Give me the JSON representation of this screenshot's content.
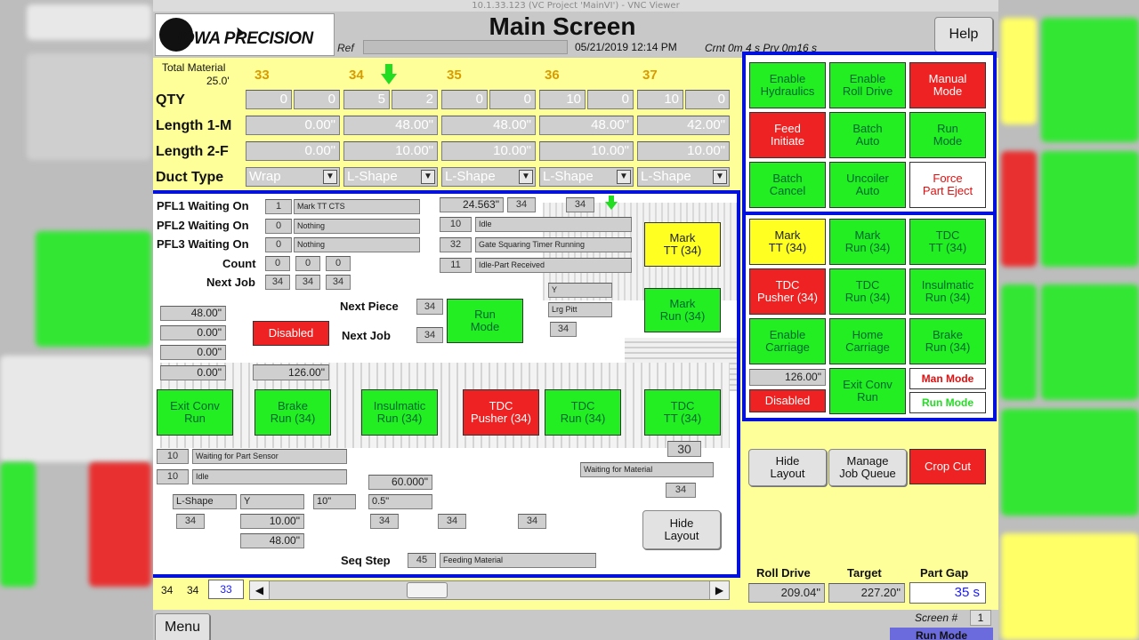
{
  "window": {
    "title": "10.1.33.123 (VC Project 'MainVI') - VNC Viewer"
  },
  "header": {
    "logo_text": "IOWA PRECISION",
    "screen_title": "Main Screen",
    "ref_label": "Ref",
    "datetime": "05/21/2019 12:14 PM",
    "crnt_text": "Crnt  0m  4 s  Prv  0m16 s",
    "help_label": "Help"
  },
  "job_table": {
    "total_material_label": "Total Material",
    "total_material_value": "25.0'",
    "columns": [
      "33",
      "34",
      "35",
      "36",
      "37"
    ],
    "rows": {
      "qty": {
        "label": "QTY",
        "values": [
          "0",
          "0",
          "5",
          "2",
          "0",
          "0",
          "10",
          "0",
          "10",
          "0"
        ]
      },
      "length1": {
        "label": "Length 1-M",
        "values": [
          "0.00\"",
          "48.00\"",
          "48.00\"",
          "48.00\"",
          "42.00\""
        ]
      },
      "length2": {
        "label": "Length 2-F",
        "values": [
          "0.00\"",
          "10.00\"",
          "10.00\"",
          "10.00\"",
          "10.00\""
        ]
      },
      "duct": {
        "label": "Duct Type",
        "values": [
          "Wrap",
          "L-Shape",
          "L-Shape",
          "L-Shape",
          "L-Shape"
        ]
      }
    }
  },
  "status": {
    "pfl1_label": "PFL1 Waiting On",
    "pfl1_num": "1",
    "pfl1_text": "Mark TT CTS",
    "pfl2_label": "PFL2 Waiting On",
    "pfl2_num": "0",
    "pfl2_text": "Nothing",
    "pfl3_label": "PFL3 Waiting On",
    "pfl3_num": "0",
    "pfl3_text": "Nothing",
    "count_label": "Count",
    "count_values": [
      "0",
      "0",
      "0"
    ],
    "next_job_label": "Next Job",
    "next_job_values": [
      "34",
      "34",
      "34"
    ],
    "right_top_value": "24.563\"",
    "right_top_num1": "34",
    "right_top_num2": "34",
    "msg_rows": [
      {
        "num": "10",
        "text": "Idle"
      },
      {
        "num": "32",
        "text": "Gate Squaring Timer Running"
      },
      {
        "num": "11",
        "text": "Idle-Part Received"
      }
    ]
  },
  "layout": {
    "left_values": [
      "48.00\"",
      "0.00\"",
      "0.00\"",
      "0.00\""
    ],
    "disabled_label": "Disabled",
    "value_126": "126.00\"",
    "next_piece_label": "Next Piece",
    "next_piece_value": "34",
    "next_job_label": "Next Job",
    "next_job_value": "34",
    "run_mode_btn": "Run\nMode",
    "y_field": "Y",
    "lrg_pitt_field": "Lrg Pitt",
    "num_34a": "34",
    "mark_tt_btn": "Mark\nTT (34)",
    "mark_run_btn": "Mark\nRun (34)",
    "row_buttons": [
      "Exit Conv\nRun",
      "Brake\nRun (34)",
      "Insulmatic\nRun (34)",
      "TDC\nPusher (34)",
      "TDC\nRun (34)",
      "TDC\nTT (34)"
    ],
    "num_30": "30",
    "waiting_material": "Waiting for Material",
    "num_34b": "34",
    "bottom_rows": [
      {
        "num": "10",
        "text": "Waiting for Part Sensor"
      },
      {
        "num": "10",
        "text": "Idle"
      }
    ],
    "bottom_lshape": "L-Shape",
    "bottom_y": "Y",
    "bottom_10in": "10\"",
    "bottom_05": "0.5\"",
    "bottom_60": "60.000\"",
    "bottom_34_1": "34",
    "bottom_10": "10.00\"",
    "bottom_48": "48.00\"",
    "bottom_34_2": "34",
    "bottom_34_3": "34",
    "bottom_34_4": "34",
    "hide_layout_btn": "Hide\nLayout",
    "seq_step_label": "Seq Step",
    "seq_step_value": "45",
    "seq_step_text": "Feeding Material"
  },
  "footer_row": {
    "a": "34",
    "b": "34",
    "c": "33"
  },
  "control_panel": {
    "grid1": [
      {
        "label": "Enable\nHydraulics",
        "color": "g"
      },
      {
        "label": "Enable\nRoll Drive",
        "color": "g"
      },
      {
        "label": "Manual\nMode",
        "color": "r"
      },
      {
        "label": "Feed\nInitiate",
        "color": "r"
      },
      {
        "label": "Batch\nAuto",
        "color": "g"
      },
      {
        "label": "Run\nMode",
        "color": "g"
      },
      {
        "label": "Batch\nCancel",
        "color": "g"
      },
      {
        "label": "Uncoiler\nAuto",
        "color": "g"
      },
      {
        "label": "Force\nPart Eject",
        "color": "w"
      }
    ],
    "grid2": [
      {
        "label": "Mark\nTT (34)",
        "color": "y"
      },
      {
        "label": "Mark\nRun (34)",
        "color": "g"
      },
      {
        "label": "TDC\nTT (34)",
        "color": "g"
      },
      {
        "label": "TDC\nPusher (34)",
        "color": "r"
      },
      {
        "label": "TDC\nRun (34)",
        "color": "g"
      },
      {
        "label": "Insulmatic\nRun (34)",
        "color": "g"
      },
      {
        "label": "Enable\nCarriage",
        "color": "g"
      },
      {
        "label": "Home\nCarriage",
        "color": "g"
      },
      {
        "label": "Brake\nRun (34)",
        "color": "g"
      }
    ],
    "value_126": "126.00\"",
    "disabled_label": "Disabled",
    "exit_conv_label": "Exit Conv\nRun",
    "man_mode_label": "Man Mode",
    "run_mode_label": "Run Mode"
  },
  "lower_right": {
    "hide_layout": "Hide\nLayout",
    "manage_job_queue": "Manage\nJob Queue",
    "crop_cut": "Crop Cut",
    "roll_drive_label": "Roll Drive",
    "roll_drive_value": "209.04\"",
    "target_label": "Target",
    "target_value": "227.20\"",
    "part_gap_label": "Part Gap",
    "part_gap_value": "35 s"
  },
  "bottom_bar": {
    "menu_label": "Menu",
    "screen_num_label": "Screen #",
    "screen_num_value": "1",
    "run_mode_label": "Run Mode"
  },
  "colors": {
    "frame_blue": "#0010dd",
    "green": "#22ee22",
    "red": "#ee2222",
    "yellow_bg": "#ffff99",
    "column_orange": "#d99b00"
  },
  "icons": [
    "green-down-arrow-icon",
    "scroll-left-icon",
    "scroll-right-icon",
    "dropdown-arrow-icon",
    "mouse-cursor-icon"
  ]
}
